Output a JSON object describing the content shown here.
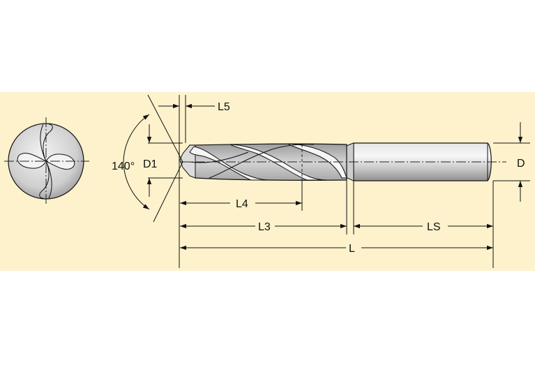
{
  "labels": {
    "angle": "140°",
    "d1": "D1",
    "l5": "L5",
    "l4": "L4",
    "l3": "L3",
    "ls": "LS",
    "l": "L",
    "d": "D"
  },
  "colors": {
    "background_band": "#FDF2CC",
    "page": "#FFFFFF",
    "metal_light": "#F4F4F4",
    "metal_mid": "#C8C8C8",
    "metal_dark": "#8A8A8A",
    "line": "#111111"
  }
}
